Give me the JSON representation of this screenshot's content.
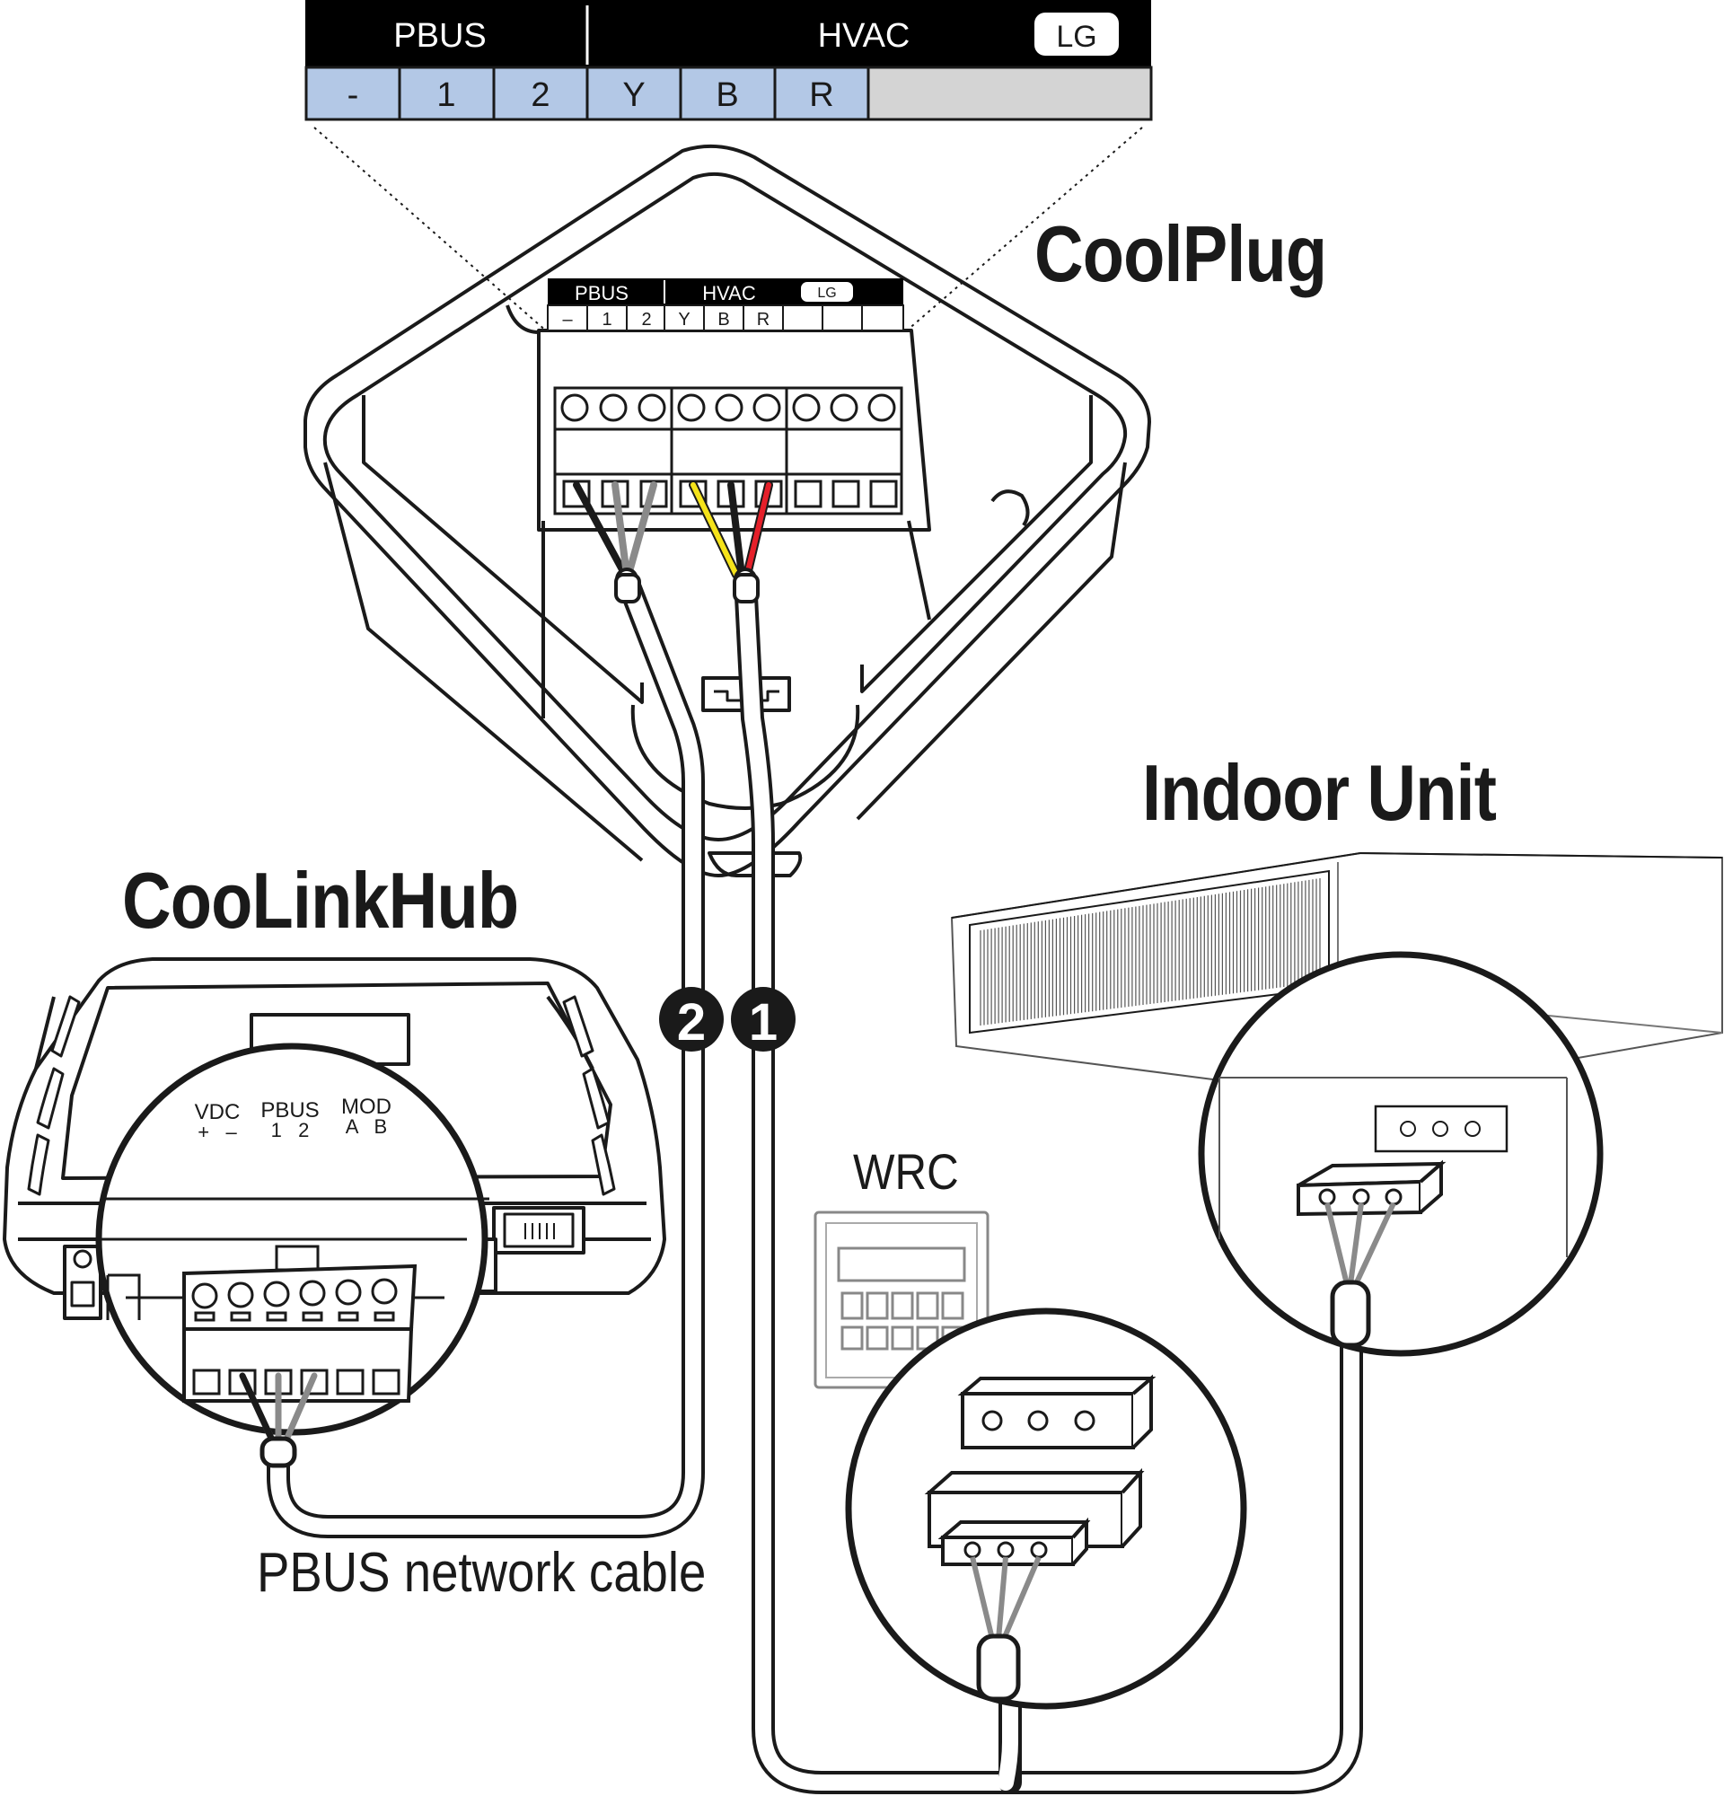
{
  "top_strip": {
    "pbus_header": "PBUS",
    "hvac_header": "HVAC",
    "brand_badge": "LG",
    "terminals": [
      "-",
      "1",
      "2",
      "Y",
      "B",
      "R"
    ]
  },
  "coolplug": {
    "title": "CoolPlug",
    "pbus_header": "PBUS",
    "hvac_header": "HVAC",
    "brand_badge": "LG",
    "terminals": [
      "–",
      "1",
      "2",
      "Y",
      "B",
      "R"
    ]
  },
  "indoor_unit": {
    "title": "Indoor Unit"
  },
  "coolinkhub": {
    "title": "CooLinkHub",
    "terminal_groups": [
      {
        "name": "VDC",
        "pins": "+   –"
      },
      {
        "name": "PBUS",
        "pins": "1   2"
      },
      {
        "name": "MOD",
        "pins": "A   B"
      }
    ]
  },
  "wrc": {
    "title": "WRC"
  },
  "cables": {
    "pbus_label": "PBUS network cable",
    "marker_1": "1",
    "marker_2": "2"
  },
  "colors": {
    "terminal_blue": "#b3c8e6",
    "terminal_grey": "#d4d4d4",
    "wire_yellow": "#f5e31a",
    "wire_red": "#e5202a",
    "wire_grey": "#8a8a8a",
    "ink": "#1a1a1a"
  }
}
